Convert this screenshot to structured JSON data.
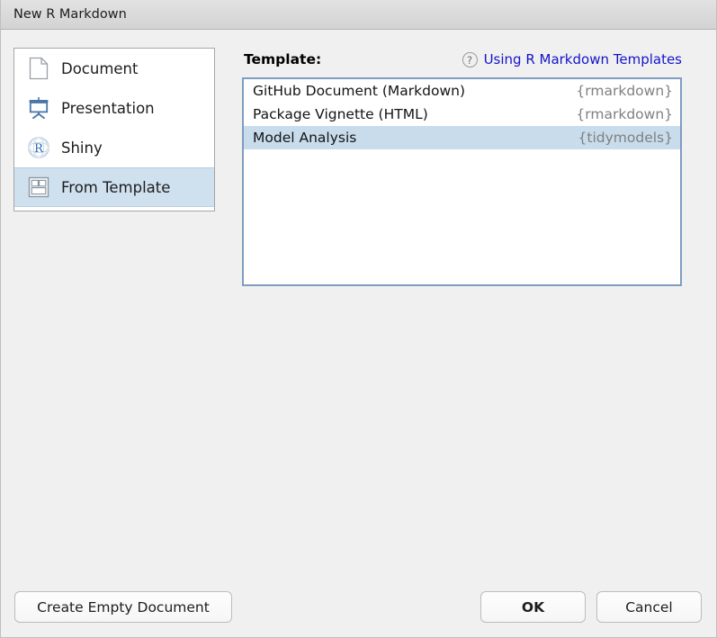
{
  "window": {
    "title": "New R Markdown"
  },
  "sidebar": {
    "items": [
      {
        "label": "Document",
        "icon": "document-icon",
        "selected": false
      },
      {
        "label": "Presentation",
        "icon": "presentation-icon",
        "selected": false
      },
      {
        "label": "Shiny",
        "icon": "r-logo-icon",
        "selected": false
      },
      {
        "label": "From Template",
        "icon": "template-layout-icon",
        "selected": true
      }
    ]
  },
  "template_panel": {
    "title": "Template:",
    "help_icon": "question-mark-icon",
    "help_link": "Using R Markdown Templates",
    "rows": [
      {
        "name": "GitHub Document (Markdown)",
        "package": "{rmarkdown}",
        "selected": false
      },
      {
        "name": "Package Vignette (HTML)",
        "package": "{rmarkdown}",
        "selected": false
      },
      {
        "name": "Model Analysis",
        "package": "{tidymodels}",
        "selected": true
      }
    ]
  },
  "footer": {
    "create_empty_label": "Create Empty Document",
    "ok_label": "OK",
    "cancel_label": "Cancel"
  },
  "colors": {
    "dialog_background": "#f0f0f0",
    "titlebar": "#d8d8d8",
    "selection_blue": "#c8dcec",
    "sidebar_selection_blue": "#cfe0ef",
    "link_blue": "#1414cc",
    "package_gray": "#808080",
    "listbox_focus_border": "#7f9dc0"
  }
}
